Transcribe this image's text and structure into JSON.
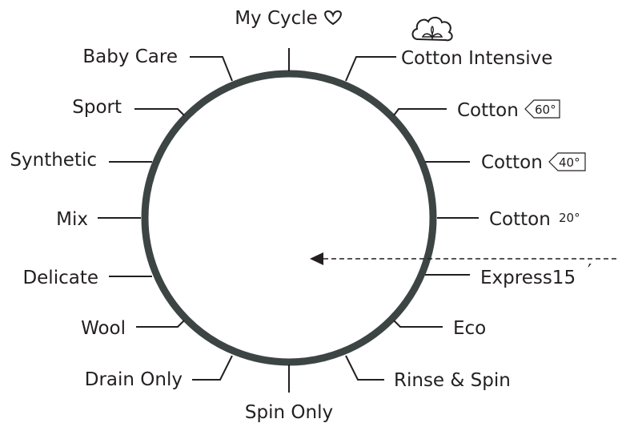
{
  "dial": {
    "ring_color": "#3d4544",
    "text_color": "#231f20",
    "programs": {
      "my_cycle": "My Cycle",
      "cotton_intensive": "Cotton Intensive",
      "cotton_60": "Cotton",
      "cotton_60_temp": "60°",
      "cotton_40": "Cotton",
      "cotton_40_temp": "40°",
      "cotton_20": "Cotton",
      "cotton_20_temp": "20°",
      "express": "Express15",
      "express_unit": "′",
      "eco": "Eco",
      "rinse_spin": "Rinse & Spin",
      "spin_only": "Spin Only",
      "drain_only": "Drain Only",
      "wool": "Wool",
      "delicate": "Delicate",
      "mix": "Mix",
      "synthetic": "Synthetic",
      "sport": "Sport",
      "baby_care": "Baby Care"
    },
    "icons": {
      "my_cycle": "heart-icon",
      "cotton_intensive": "cotton-flower-icon",
      "pointer": "arrow-left-icon"
    }
  }
}
